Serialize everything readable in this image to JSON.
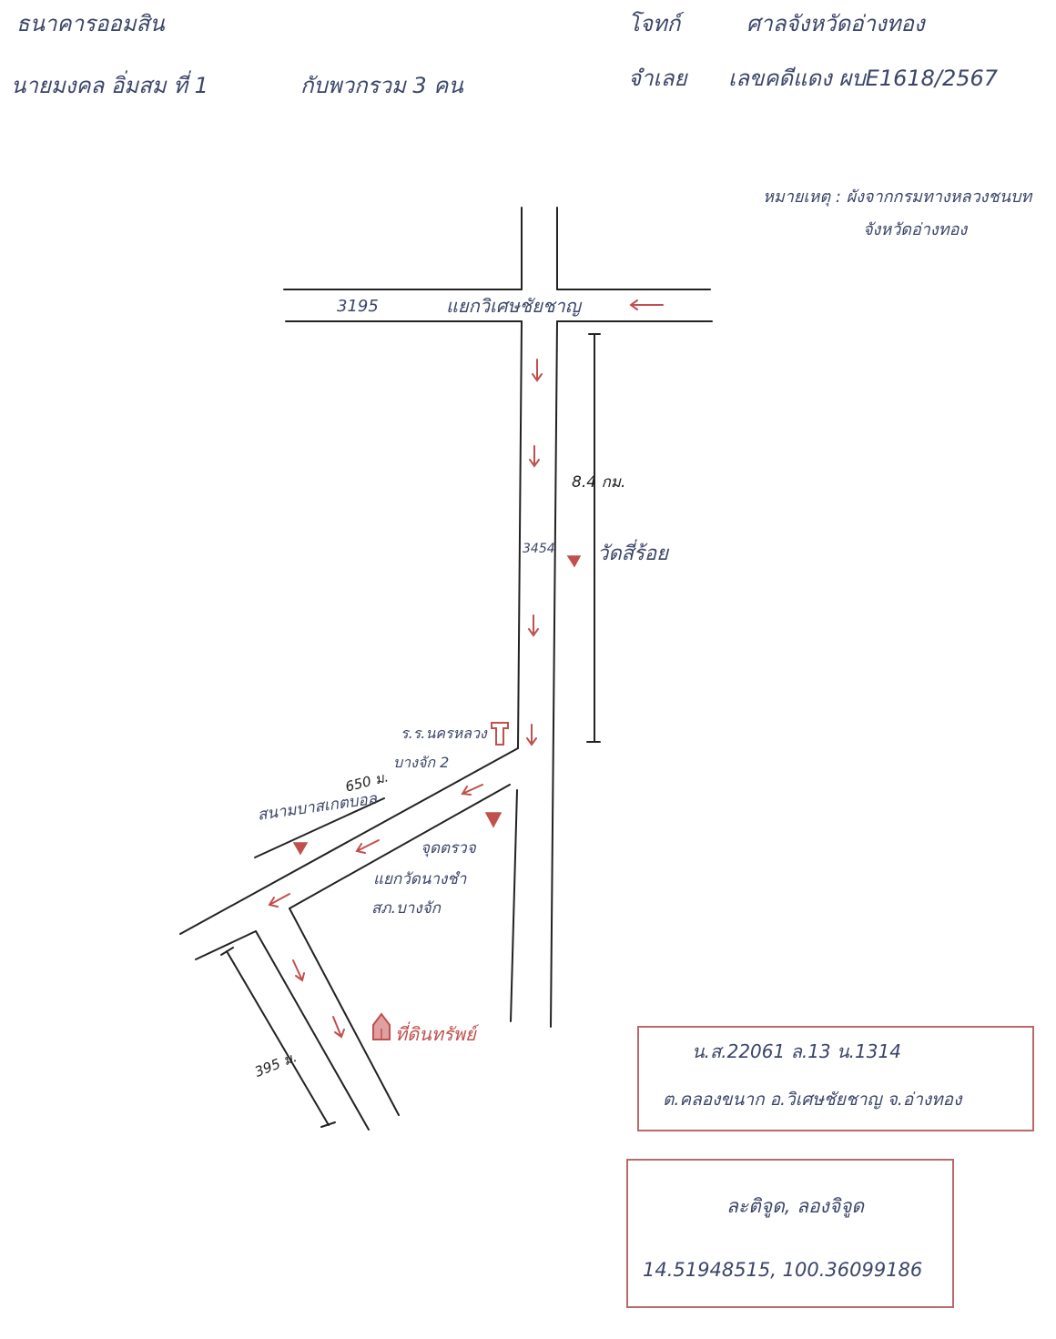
{
  "header": {
    "creditor": "ธนาคารออมสิน",
    "plaintiff_label": "โจทก์",
    "court": "ศาลจังหวัดอ่างทอง",
    "defendant": "นายมงคล อิ่มสม ที่ 1",
    "co_defendants": "กับพวกรวม 3 คน",
    "defendant_label": "จำเลย",
    "case_no": "เลขคดีแดง ผบE1618/2567"
  },
  "note": {
    "line1": "หมายเหตุ : ผังจากกรมทางหลวงชนบท",
    "line2": "จังหวัดอ่างทอง"
  },
  "map": {
    "junction_top_road": "3195",
    "junction_top_name": "แยกวิเศษชัยชาญ",
    "main_road_no": "3454",
    "distance_main": "8.4 กม.",
    "landmark_temple": "วัดสี่ร้อย",
    "landmark_school": "ร.ร.นครหลวง",
    "landmark_school_2": "บางจัก 2",
    "distance_branch": "650 ม.",
    "landmark_field": "สนามบาสเกตบอล",
    "landmark_junction_1": "จุดตรวจ",
    "landmark_junction_2": "แยกวัดนางชำ",
    "landmark_junction_3": "สภ.บางจัก",
    "distance_last": "395 ม.",
    "property_label": "ที่ดินทรัพย์"
  },
  "deed_box": {
    "line1": "น.ส.22061   ล.13   น.1314",
    "line2": "ต.คลองขนาก อ.วิเศษชัยชาญ จ.อ่างทอง"
  },
  "coord_box": {
    "label": "ละติจูด, ลองจิจูด",
    "value": "14.51948515, 100.36099186"
  },
  "colors": {
    "ink": "#3b4568",
    "marker": "#c0504d",
    "box_border": "#b86a6a",
    "road": "#222222"
  }
}
